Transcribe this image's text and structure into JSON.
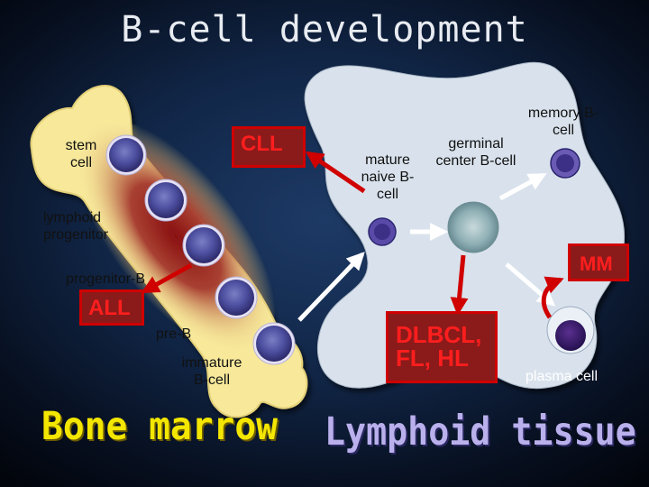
{
  "title": "B-cell development",
  "labels": {
    "stem_cell": "stem cell",
    "lymphoid_progenitor": "lymphoid progenitor",
    "progenitor_b": "progenitor-B",
    "pre_b": "pre-B",
    "immature_b": "immature B-cell",
    "mature_naive_b": "mature naive B-cell",
    "germinal_center_b": "germinal center B-cell",
    "memory_b": "memory B-cell",
    "plasma_cell": "plasma cell"
  },
  "diseases": {
    "cll": "CLL",
    "all": "ALL",
    "mm": "MM",
    "dlbcl": "DLBCL, FL, HL"
  },
  "regions": {
    "bone_marrow": "Bone marrow",
    "lymphoid_tissue": "Lymphoid tissue"
  },
  "colors": {
    "bone": "#f7e89a",
    "lymphoid_tissue": "#d9e2ec",
    "disease_box": "#8b1a1a",
    "disease_text": "#ff1e1e",
    "arrow": "#ffffff",
    "disease_arrow": "#d00000",
    "cell_nucleus": "#3b3a8f",
    "bone_marrow_heading": "#f3e600",
    "lymphoid_heading": "#b9b0ec"
  }
}
